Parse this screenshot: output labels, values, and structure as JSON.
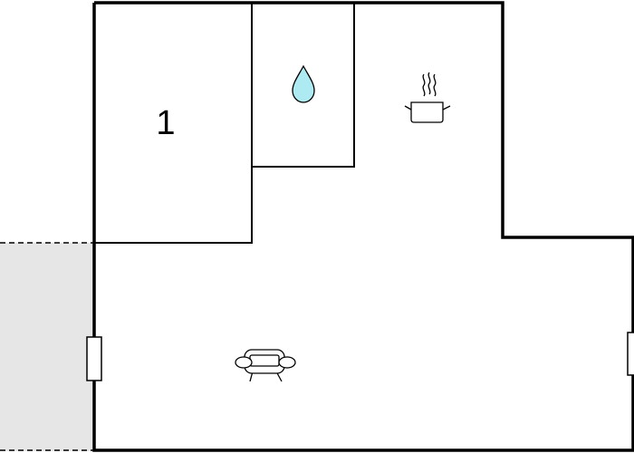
{
  "floorplan": {
    "rooms": [
      {
        "id": "bedroom",
        "label": "1",
        "icon": null
      },
      {
        "id": "bathroom",
        "label": "",
        "icon": "water-drop-icon"
      },
      {
        "id": "kitchen",
        "label": "",
        "icon": "cooking-pot-icon"
      },
      {
        "id": "living-room",
        "label": "",
        "icon": "sofa-icon"
      }
    ],
    "outdoor_area": {
      "type": "terrace",
      "dashed_border": true
    },
    "openings": [
      "window-left",
      "window-right"
    ],
    "colors": {
      "wall": "#000000",
      "terrace_fill": "#e6e6e6",
      "water_drop": "#aeeaf2",
      "background": "#ffffff"
    }
  }
}
